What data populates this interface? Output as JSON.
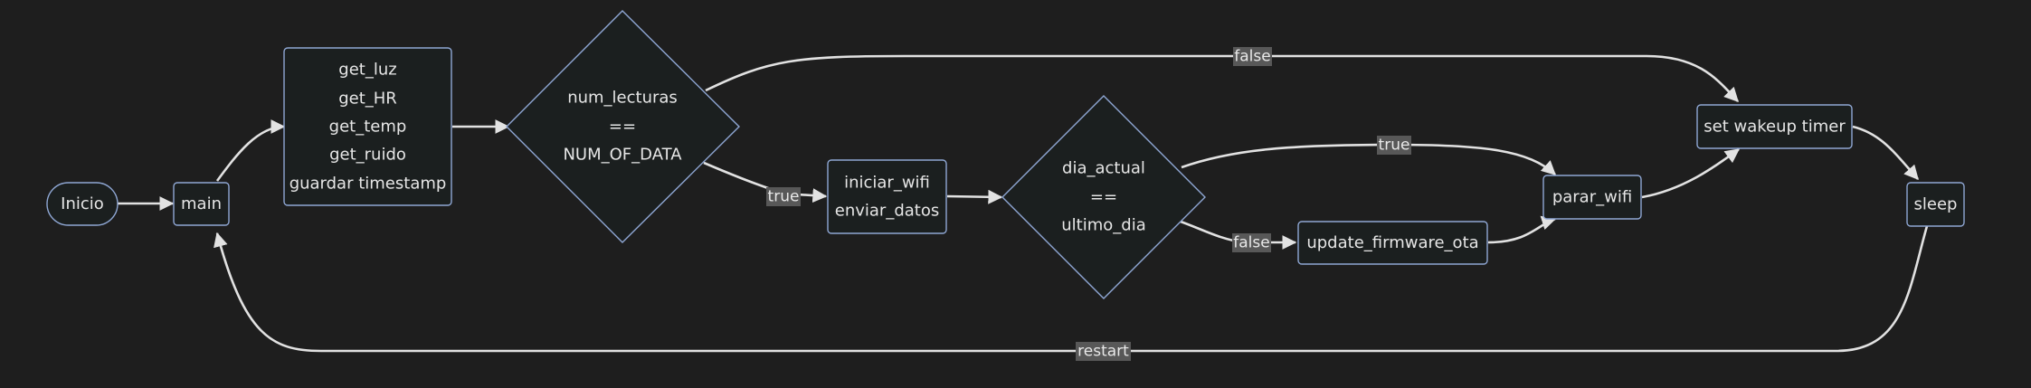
{
  "nodes": {
    "inicio": {
      "lines": [
        "Inicio"
      ]
    },
    "main": {
      "lines": [
        "main"
      ]
    },
    "sensors": {
      "lines": [
        "get_luz",
        "get_HR",
        "get_temp",
        "get_ruido",
        "guardar timestamp"
      ]
    },
    "check_lecturas": {
      "lines": [
        "num_lecturas",
        "==",
        "NUM_OF_DATA"
      ]
    },
    "wifi_send": {
      "lines": [
        "iniciar_wifi",
        "enviar_datos"
      ]
    },
    "check_dia": {
      "lines": [
        "dia_actual",
        "==",
        "ultimo_dia"
      ]
    },
    "update_ota": {
      "lines": [
        "update_firmware_ota"
      ]
    },
    "parar_wifi": {
      "lines": [
        "parar_wifi"
      ]
    },
    "wakeup_timer": {
      "lines": [
        "set wakeup timer"
      ]
    },
    "sleep": {
      "lines": [
        "sleep"
      ]
    }
  },
  "edge_labels": {
    "lecturas_false": "false",
    "lecturas_true": "true",
    "dia_true": "true",
    "dia_false": "false",
    "restart": "restart"
  },
  "colors": {
    "background": "#1e1e1e",
    "node_fill": "#1b1f1f",
    "node_stroke": "#8fa7d4",
    "edge": "#e2e2e2",
    "label_bg": "#585858",
    "text": "#e6e6e6"
  }
}
